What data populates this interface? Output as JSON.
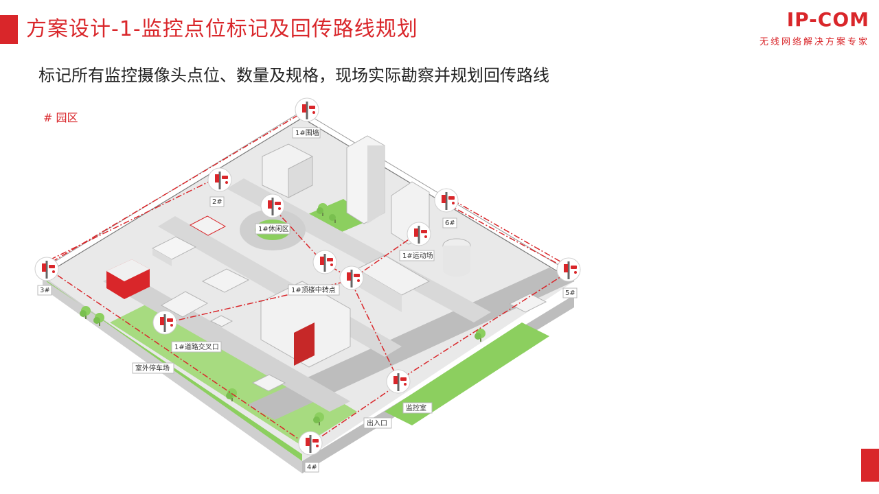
{
  "header": {
    "title": "方案设计-1-监控点位标记及回传路线规划",
    "logo_text": "IP-COM",
    "logo_tagline": "无线网络解决方案专家"
  },
  "subtitle": "标记所有监控摄像头点位、数量及规格，现场实际勘察并规划回传路线",
  "zone_label": "# 园区",
  "labels": {
    "wall1": "1#围墙",
    "p2": "2#",
    "rest": "1#休闲区",
    "sport": "1#运动场",
    "p6": "6#",
    "p3": "3#",
    "p5": "5#",
    "roof": "1#顶楼中转点",
    "road": "1#道路交叉口",
    "parking": "室外停车场",
    "monitor": "监控室",
    "entrance": "出入口",
    "p4": "4#"
  },
  "colors": {
    "accent": "#d9262a",
    "ground": "#e9e9e9",
    "road": "#bdbdbd",
    "grass": "#8ccf5f",
    "building": "#f2f2f2"
  }
}
